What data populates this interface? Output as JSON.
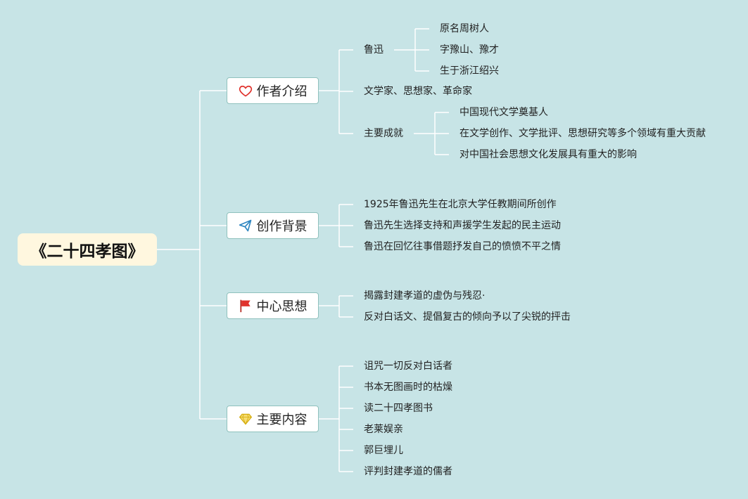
{
  "root": {
    "title": "《二十四孝图》"
  },
  "branches": [
    {
      "label": "作者介绍",
      "icon": "heart-icon",
      "children": [
        {
          "label": "鲁迅",
          "children": [
            "原名周树人",
            "字豫山、豫才",
            "生于浙江绍兴"
          ]
        },
        {
          "label": "文学家、思想家、革命家"
        },
        {
          "label": "主要成就",
          "children": [
            "中国现代文学奠基人",
            "在文学创作、文学批评、思想研究等多个领域有重大贡献",
            "对中国社会思想文化发展具有重大的影响"
          ]
        }
      ]
    },
    {
      "label": "创作背景",
      "icon": "paper-plane-icon",
      "children": [
        {
          "label": "1925年鲁迅先生在北京大学任教期间所创作"
        },
        {
          "label": "鲁迅先生选择支持和声援学生发起的民主运动"
        },
        {
          "label": "鲁迅在回忆往事借题抒发自己的愤愤不平之情"
        }
      ]
    },
    {
      "label": "中心思想",
      "icon": "flag-icon",
      "children": [
        {
          "label": "揭露封建孝道的虚伪与残忍·"
        },
        {
          "label": "反对白话文、提倡复古的倾向予以了尖锐的抨击"
        }
      ]
    },
    {
      "label": "主要内容",
      "icon": "diamond-icon",
      "children": [
        {
          "label": "诅咒一切反对白话者"
        },
        {
          "label": "书本无图画时的枯燥"
        },
        {
          "label": "读二十四孝图书"
        },
        {
          "label": "老莱娱亲"
        },
        {
          "label": "郭巨埋儿"
        },
        {
          "label": "评判封建孝道的儒者"
        }
      ]
    }
  ],
  "colors": {
    "background": "#c7e4e6",
    "root_fill": "#fff7df",
    "branch_border": "#8fc1bd",
    "connector": "#ffffff",
    "heart": "#e0322c",
    "plane": "#2e86c1",
    "flag": "#e0322c",
    "diamond": "#f1c40f"
  }
}
